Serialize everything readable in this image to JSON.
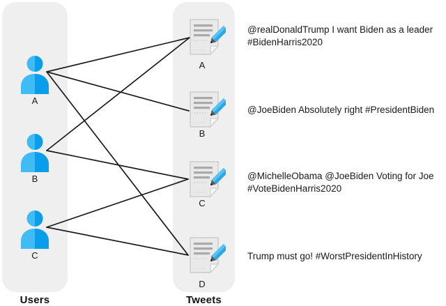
{
  "panels": {
    "users_title": "Users",
    "tweets_title": "Tweets"
  },
  "users": [
    {
      "id": "A",
      "label": "A"
    },
    {
      "id": "B",
      "label": "B"
    },
    {
      "id": "C",
      "label": "C"
    }
  ],
  "tweets": [
    {
      "id": "A",
      "label": "A",
      "text_lines": [
        "@realDonaldTrump I want Biden as a leader",
        "#BidenHarris2020"
      ]
    },
    {
      "id": "B",
      "label": "B",
      "text_lines": [
        "@JoeBiden Absolutely right #PresidentBiden"
      ]
    },
    {
      "id": "C",
      "label": "C",
      "text_lines": [
        "@MichelleObama @JoeBiden Voting for Joe",
        "#VoteBidenHarris2020"
      ]
    },
    {
      "id": "D",
      "label": "D",
      "text_lines": [
        "Trump must go! #WorstPresidentInHistory"
      ]
    }
  ],
  "edges": [
    {
      "from": "A",
      "to": "A"
    },
    {
      "from": "A",
      "to": "B"
    },
    {
      "from": "A",
      "to": "D"
    },
    {
      "from": "B",
      "to": "A"
    },
    {
      "from": "B",
      "to": "C"
    },
    {
      "from": "C",
      "to": "C"
    },
    {
      "from": "C",
      "to": "D"
    }
  ],
  "icons": {
    "user": "person-icon",
    "tweet": "document-pencil-icon"
  },
  "colors": {
    "panel_bg": "#efefef",
    "person_light": "#41bbf3",
    "person_dark": "#0a9de9",
    "pencil": "#2aa7e6",
    "pencil_light": "#58c2f3",
    "edge": "#1a1a1a",
    "text": "#191919"
  }
}
